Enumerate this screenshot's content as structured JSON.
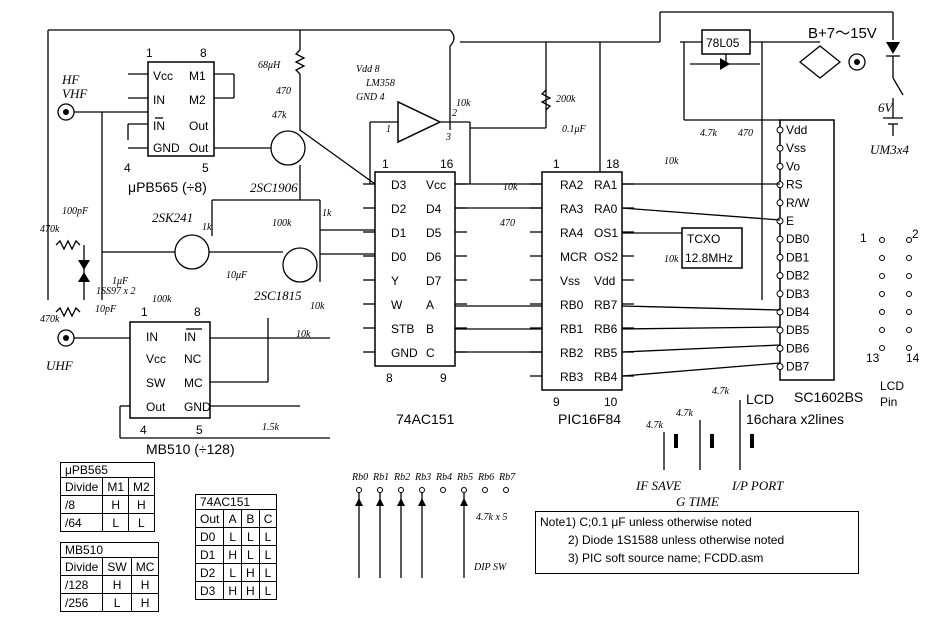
{
  "supply": {
    "regulator": "78L05",
    "input": "B+7～15V",
    "battery_v": "6V",
    "battery": "UM3x4"
  },
  "inputs": {
    "hf": "HF",
    "vhf": "VHF",
    "uhf": "UHF"
  },
  "chips": {
    "upb565": {
      "name": "μPB565 (÷8)",
      "pins_left": [
        "Vcc",
        "IN",
        "IN",
        "GND"
      ],
      "pins_right": [
        "M1",
        "M2",
        "Out",
        "Out"
      ],
      "num_tl": "1",
      "num_tr": "8",
      "num_bl": "4",
      "num_br": "5"
    },
    "mb510": {
      "name": "MB510 (÷128)",
      "pins_left": [
        "IN",
        "Vcc",
        "SW",
        "Out"
      ],
      "pins_right": [
        "IN",
        "NC",
        "MC",
        "GND"
      ],
      "num_tl": "1",
      "num_tr": "8",
      "num_bl": "4",
      "num_br": "5"
    },
    "ac151": {
      "name": "74AC151",
      "pins_left": [
        "D3",
        "D2",
        "D1",
        "D0",
        "Y",
        "W",
        "STB",
        "GND"
      ],
      "pins_right": [
        "Vcc",
        "D4",
        "D5",
        "D6",
        "D7",
        "A",
        "B",
        "C"
      ],
      "num_tl": "1",
      "num_tr": "16",
      "num_bl": "8",
      "num_br": "9"
    },
    "pic": {
      "name": "PIC16F84",
      "pins_left": [
        "RA2",
        "RA3",
        "RA4",
        "MCR",
        "Vss",
        "RB0",
        "RB1",
        "RB2",
        "RB3"
      ],
      "pins_right": [
        "RA1",
        "RA0",
        "OS1",
        "OS2",
        "Vdd",
        "RB7",
        "RB6",
        "RB5",
        "RB4"
      ],
      "num_tl": "1",
      "num_tr": "18",
      "num_bl": "9",
      "num_br": "10"
    },
    "lcd": {
      "name": "SC1602BS",
      "desc": "LCD",
      "desc2": "16chara x2lines",
      "pins": [
        "Vdd",
        "Vss",
        "Vo",
        "RS",
        "R/W",
        "E",
        "DB0",
        "DB1",
        "DB2",
        "DB3",
        "DB4",
        "DB5",
        "DB6",
        "DB7"
      ]
    },
    "tcxo": {
      "name": "TCXO",
      "freq": "12.8MHz"
    },
    "opamp": {
      "name": "LM358",
      "vdd": "Vdd 8",
      "gnd": "GND 4",
      "p1": "1",
      "p2": "2",
      "p3": "3"
    }
  },
  "transistors": {
    "q1": "2SC1906",
    "q2": "2SK241",
    "q3": "2SC1815",
    "diode": "1SS97 x 2"
  },
  "components": {
    "l1": "68μH",
    "r470a": "470",
    "r47k": "47k",
    "r10k_a": "10k",
    "r200k": "200k",
    "c01": "0.1μF",
    "r10k_b": "10k",
    "r470b": "470",
    "r1k_a": "1k",
    "r1k_b": "1k",
    "r100k_a": "100k",
    "r100k_b": "100k",
    "c10u": "10μF",
    "c1u": "1μF",
    "c100p": "100pF",
    "c10p": "10pF",
    "r470k_a": "470k",
    "r470k_b": "470k",
    "r10k_c": "10k",
    "r10k_d": "10k",
    "r1_5k": "1.5k",
    "r4_7k": "4.7k",
    "r470c": "470",
    "r10k_e": "10k",
    "r10k_f": "10k",
    "r4_7k_a": "4.7k",
    "r4_7k_b": "4.7k",
    "r4_7k_c": "4.7k",
    "r4_7k_d": "4.7k x 5"
  },
  "switches": {
    "labels": [
      "Rb0",
      "Rb1",
      "Rb2",
      "Rb3",
      "Rb4",
      "Rb5",
      "Rb6",
      "Rb7"
    ],
    "dip": "DIP SW",
    "if_save": "IF SAVE",
    "g_time": "G TIME",
    "ip_port": "I/P PORT"
  },
  "lcd_pin_diagram": {
    "left_top": "1",
    "right_top": "2",
    "left_bottom": "13",
    "right_bottom": "14",
    "label1": "LCD",
    "label2": "Pin"
  },
  "tables": {
    "upb565": {
      "title": "μPB565",
      "header": [
        "Divide",
        "M1",
        "M2"
      ],
      "rows": [
        [
          "/8",
          "H",
          "H"
        ],
        [
          "/64",
          "L",
          "L"
        ]
      ]
    },
    "mb510": {
      "title": "MB510",
      "header": [
        "Divide",
        "SW",
        "MC"
      ],
      "rows": [
        [
          "/128",
          "H",
          "H"
        ],
        [
          "/256",
          "L",
          "H"
        ]
      ]
    },
    "ac151": {
      "title": "74AC151",
      "header": [
        "Out",
        "A",
        "B",
        "C"
      ],
      "rows": [
        [
          "D0",
          "L",
          "L",
          "L"
        ],
        [
          "D1",
          "H",
          "L",
          "L"
        ],
        [
          "D2",
          "L",
          "H",
          "L"
        ],
        [
          "D3",
          "H",
          "H",
          "L"
        ]
      ]
    }
  },
  "notes": [
    "Note1) C;0.1 μF   unless otherwise noted",
    "2) Diode 1S1588 unless otherwise noted",
    "3)  PIC soft source name; FCDD.asm"
  ]
}
